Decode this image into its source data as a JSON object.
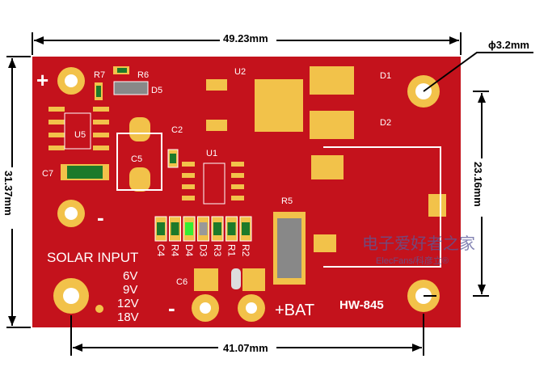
{
  "dimensions": {
    "width": "49.23mm",
    "height": "31.37mm",
    "hole": "ϕ3.2mm",
    "hole_spacing_v": "23.16mm",
    "hole_spacing_h": "41.07mm"
  },
  "board": {
    "model": "HW-845",
    "solar_label": "SOLAR INPUT",
    "voltages": [
      "6V",
      "9V",
      "12V",
      "18V"
    ],
    "bat_label": "+BAT",
    "plus": "+",
    "minus": "-",
    "bat_minus": "-",
    "refs": {
      "R7": "R7",
      "R6": "R6",
      "D5": "D5",
      "U2": "U2",
      "D1": "D1",
      "D2": "D2",
      "U5": "U5",
      "C2": "C2",
      "C5": "C5",
      "U1": "U1",
      "C7": "C7",
      "R5": "R5",
      "C6": "C6"
    },
    "led_row": [
      "C4",
      "R4",
      "D4",
      "D3",
      "R3",
      "R1",
      "R2"
    ],
    "colors": {
      "pcb": "#c4121c",
      "pad": "#f2c24a",
      "silk": "#ffffff"
    }
  },
  "watermark": {
    "cn": "电子爱好者之家",
    "en": "ElecFans/科彦立®"
  }
}
